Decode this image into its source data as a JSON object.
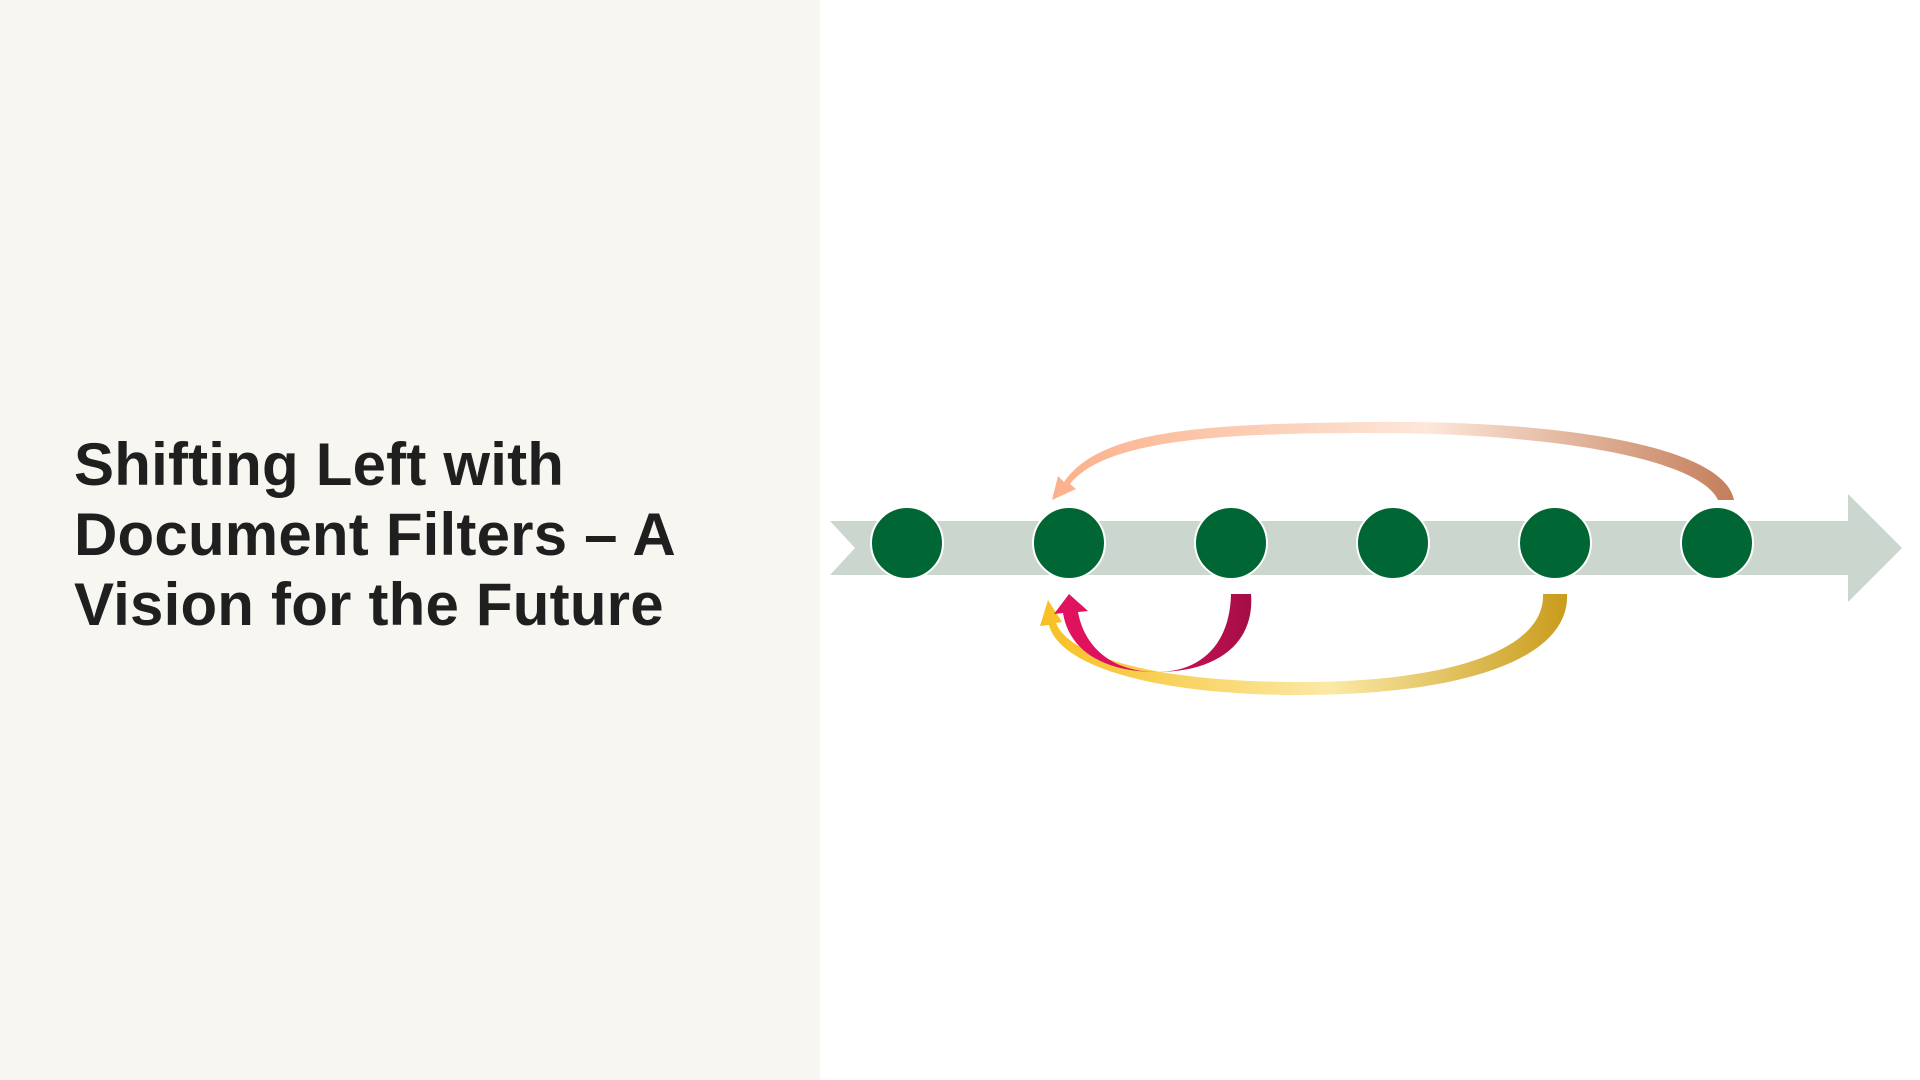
{
  "slide": {
    "title": "Shifting Left with Document Filters – A Vision for the Future"
  },
  "diagram": {
    "stage_count": 6,
    "colors": {
      "left_panel": "#f7f6f1",
      "timeline_arrow": "#cad6ce",
      "stage_node": "#006633",
      "node_outline": "#ffffff",
      "arc_top": "#f4a27d",
      "arc_magenta": "#d6115c",
      "arc_gold": "#f5b921"
    },
    "feedback_loops": [
      {
        "from_stage": 6,
        "to_stage": 2,
        "side": "top"
      },
      {
        "from_stage": 3,
        "to_stage": 2,
        "side": "bottom"
      },
      {
        "from_stage": 5,
        "to_stage": 2,
        "side": "bottom"
      }
    ]
  }
}
